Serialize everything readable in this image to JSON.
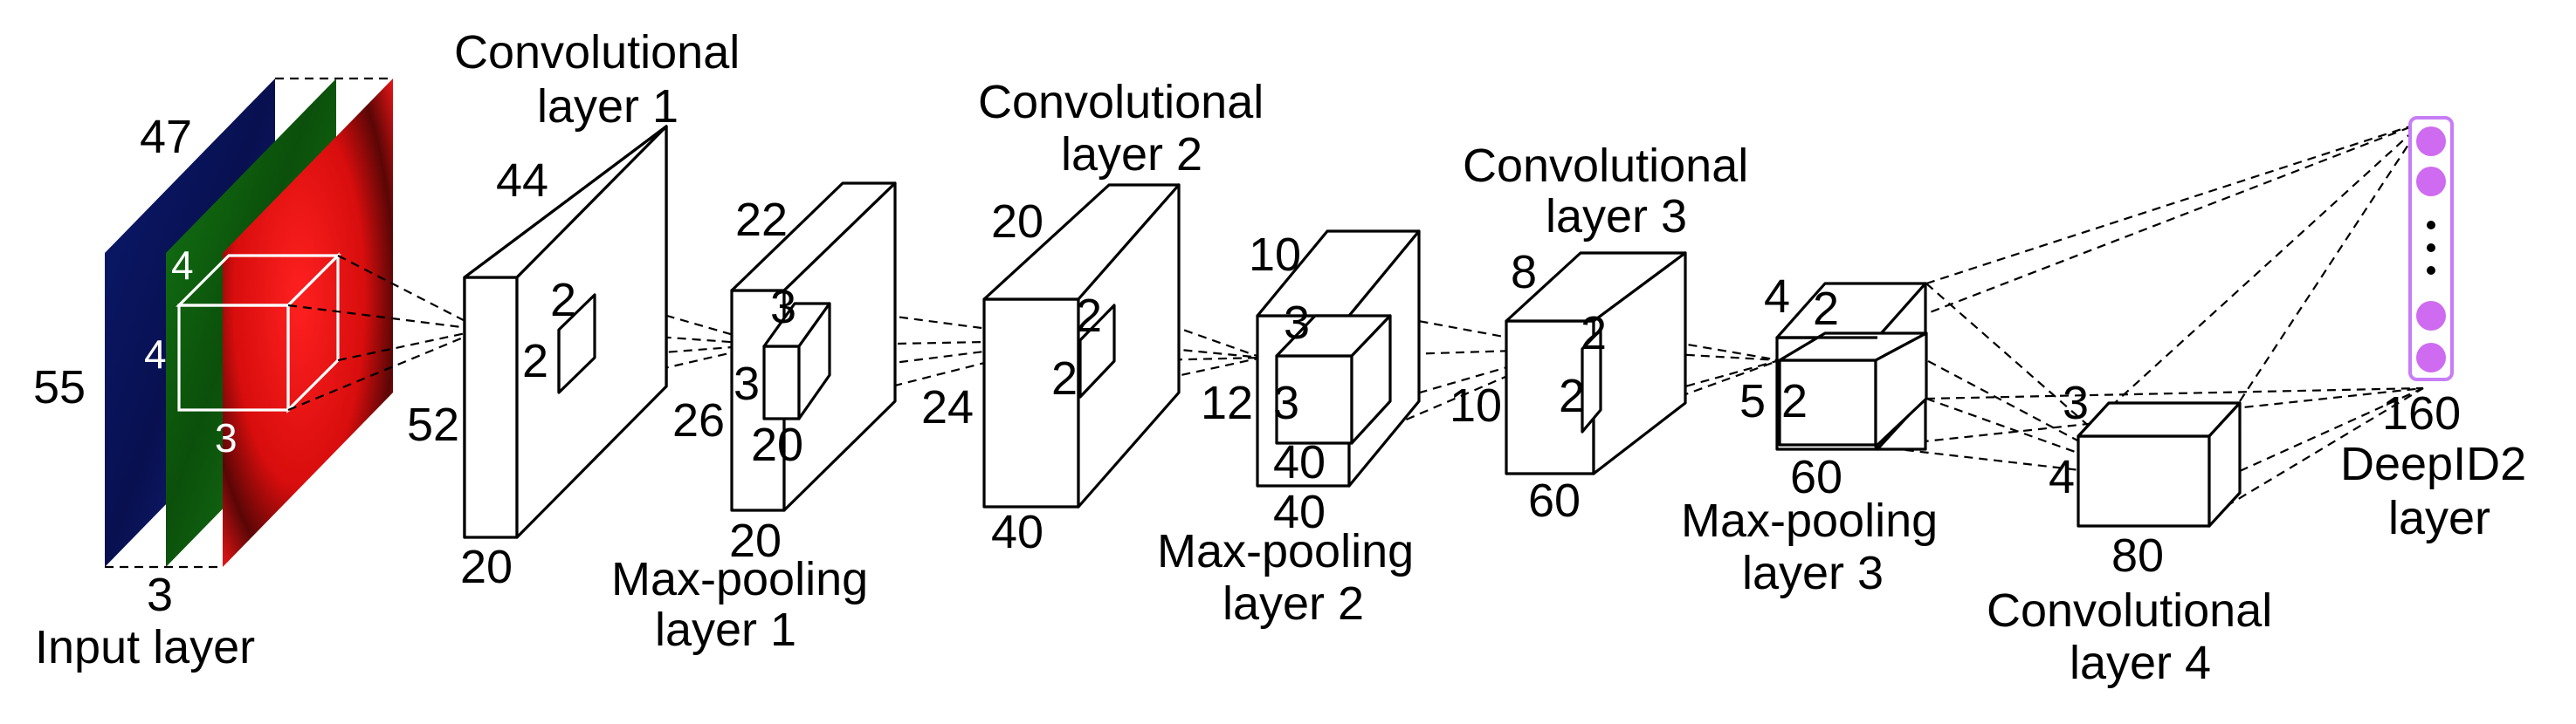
{
  "colors": {
    "input_blue": "#0a1a6e",
    "input_green": "#147a14",
    "input_red": "#e31010",
    "neuron": "#cf6bf0",
    "neuron_border": "#c77df5"
  },
  "input_layer": {
    "name_label": "Input layer",
    "width_label": "47",
    "height_label": "55",
    "channels_label": "3",
    "filter": {
      "a": "4",
      "b": "4",
      "c": "3"
    }
  },
  "conv1": {
    "title_line1": "Convolutional",
    "title_line2": "layer 1",
    "width": "44",
    "height": "52",
    "depth": "20",
    "kernel_a": "2",
    "kernel_b": "2"
  },
  "pool1": {
    "title_line1": "Max-pooling",
    "title_line2": "layer 1",
    "width": "22",
    "height": "26",
    "depth": "20",
    "kernel_a": "3",
    "kernel_b": "3",
    "kernel_c": "20"
  },
  "conv2": {
    "title_line1": "Convolutional",
    "title_line2": "layer 2",
    "width": "20",
    "height": "24",
    "depth": "40",
    "kernel_a": "2",
    "kernel_b": "2"
  },
  "pool2": {
    "title_line1": "Max-pooling",
    "title_line2": "layer 2",
    "width": "10",
    "height": "12",
    "depth": "40",
    "kernel_a": "3",
    "kernel_b": "3",
    "kernel_c": "40"
  },
  "conv3": {
    "title_line1": "Convolutional",
    "title_line2": "layer 3",
    "width": "8",
    "height": "10",
    "depth": "60",
    "kernel_a": "2",
    "kernel_b": "2"
  },
  "pool3": {
    "title_line1": "Max-pooling",
    "title_line2": "layer 3",
    "width": "4",
    "height": "5",
    "depth": "60",
    "kernel_a": "2",
    "kernel_b": "2"
  },
  "conv4": {
    "title_line1": "Convolutional",
    "title_line2": "layer 4",
    "width": "3",
    "height": "4",
    "depth": "80"
  },
  "deepid2": {
    "title_line1": "DeepID2",
    "title_line2": "layer",
    "size": "160",
    "ellipsis": "⋮"
  }
}
